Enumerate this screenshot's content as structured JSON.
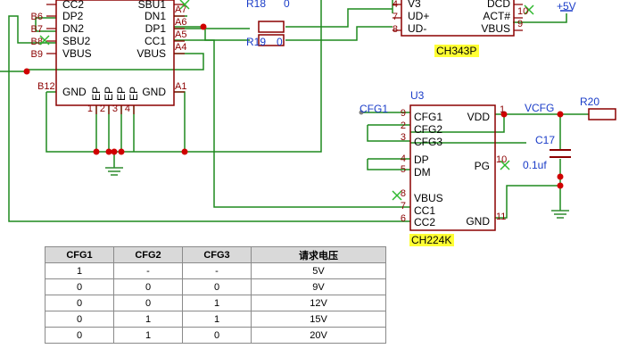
{
  "connector": {
    "left_pins": [
      {
        "num": "",
        "name": "CC2"
      },
      {
        "num": "B6",
        "name": "DP2"
      },
      {
        "num": "B7",
        "name": "DN2"
      },
      {
        "num": "B8",
        "name": "SBU2"
      },
      {
        "num": "B9",
        "name": "VBUS"
      },
      {
        "num": "B12",
        "name": "GND"
      }
    ],
    "right_pins": [
      {
        "num": "A7",
        "name": "SBU1"
      },
      {
        "num": "A6",
        "name": "DN1"
      },
      {
        "num": "A5",
        "name": "DP1"
      },
      {
        "num": "A4",
        "name": "CC1"
      },
      {
        "num": "",
        "name": "VBUS"
      },
      {
        "num": "A1",
        "name": "GND"
      }
    ],
    "ep_pins": [
      {
        "num": "1",
        "name": "EP"
      },
      {
        "num": "2",
        "name": "EP"
      },
      {
        "num": "3",
        "name": "EP"
      },
      {
        "num": "4",
        "name": "EP"
      }
    ]
  },
  "resistors": {
    "r18": {
      "ref": "R18",
      "value": "0"
    },
    "r19": {
      "ref": "R19",
      "value": "0"
    },
    "r20": {
      "ref": "R20"
    }
  },
  "ch343": {
    "part": "CH343P",
    "left_pins": [
      {
        "num": "4",
        "name": "V3"
      },
      {
        "num": "7",
        "name": "UD+"
      },
      {
        "num": "8",
        "name": "UD-"
      }
    ],
    "right_pins": [
      {
        "num": "",
        "name": "DCD"
      },
      {
        "num": "10",
        "name": "ACT#"
      },
      {
        "num": "9",
        "name": "VBUS"
      }
    ],
    "power_label": "+5V"
  },
  "u3": {
    "ref": "U3",
    "part": "CH224K",
    "left_pins": [
      {
        "num": "9",
        "name": "CFG1"
      },
      {
        "num": "2",
        "name": "CFG2"
      },
      {
        "num": "3",
        "name": "CFG3"
      },
      {
        "num": "4",
        "name": "DP"
      },
      {
        "num": "5",
        "name": "DM"
      },
      {
        "num": "8",
        "name": "VBUS"
      },
      {
        "num": "7",
        "name": "CC1"
      },
      {
        "num": "6",
        "name": "CC2"
      }
    ],
    "right_pins": [
      {
        "num": "1",
        "name": "VDD"
      },
      {
        "num": "10",
        "name": "PG"
      },
      {
        "num": "11",
        "name": "GND"
      }
    ],
    "net_cfg1": "CFG1",
    "net_vcfg": "VCFG"
  },
  "c17": {
    "ref": "C17",
    "value": "0.1uf"
  },
  "table": {
    "headers": [
      "CFG1",
      "CFG2",
      "CFG3",
      "请求电压"
    ],
    "rows": [
      [
        "1",
        "-",
        "-",
        "5V"
      ],
      [
        "0",
        "0",
        "0",
        "9V"
      ],
      [
        "0",
        "0",
        "1",
        "12V"
      ],
      [
        "0",
        "1",
        "1",
        "15V"
      ],
      [
        "0",
        "1",
        "0",
        "20V"
      ]
    ]
  }
}
